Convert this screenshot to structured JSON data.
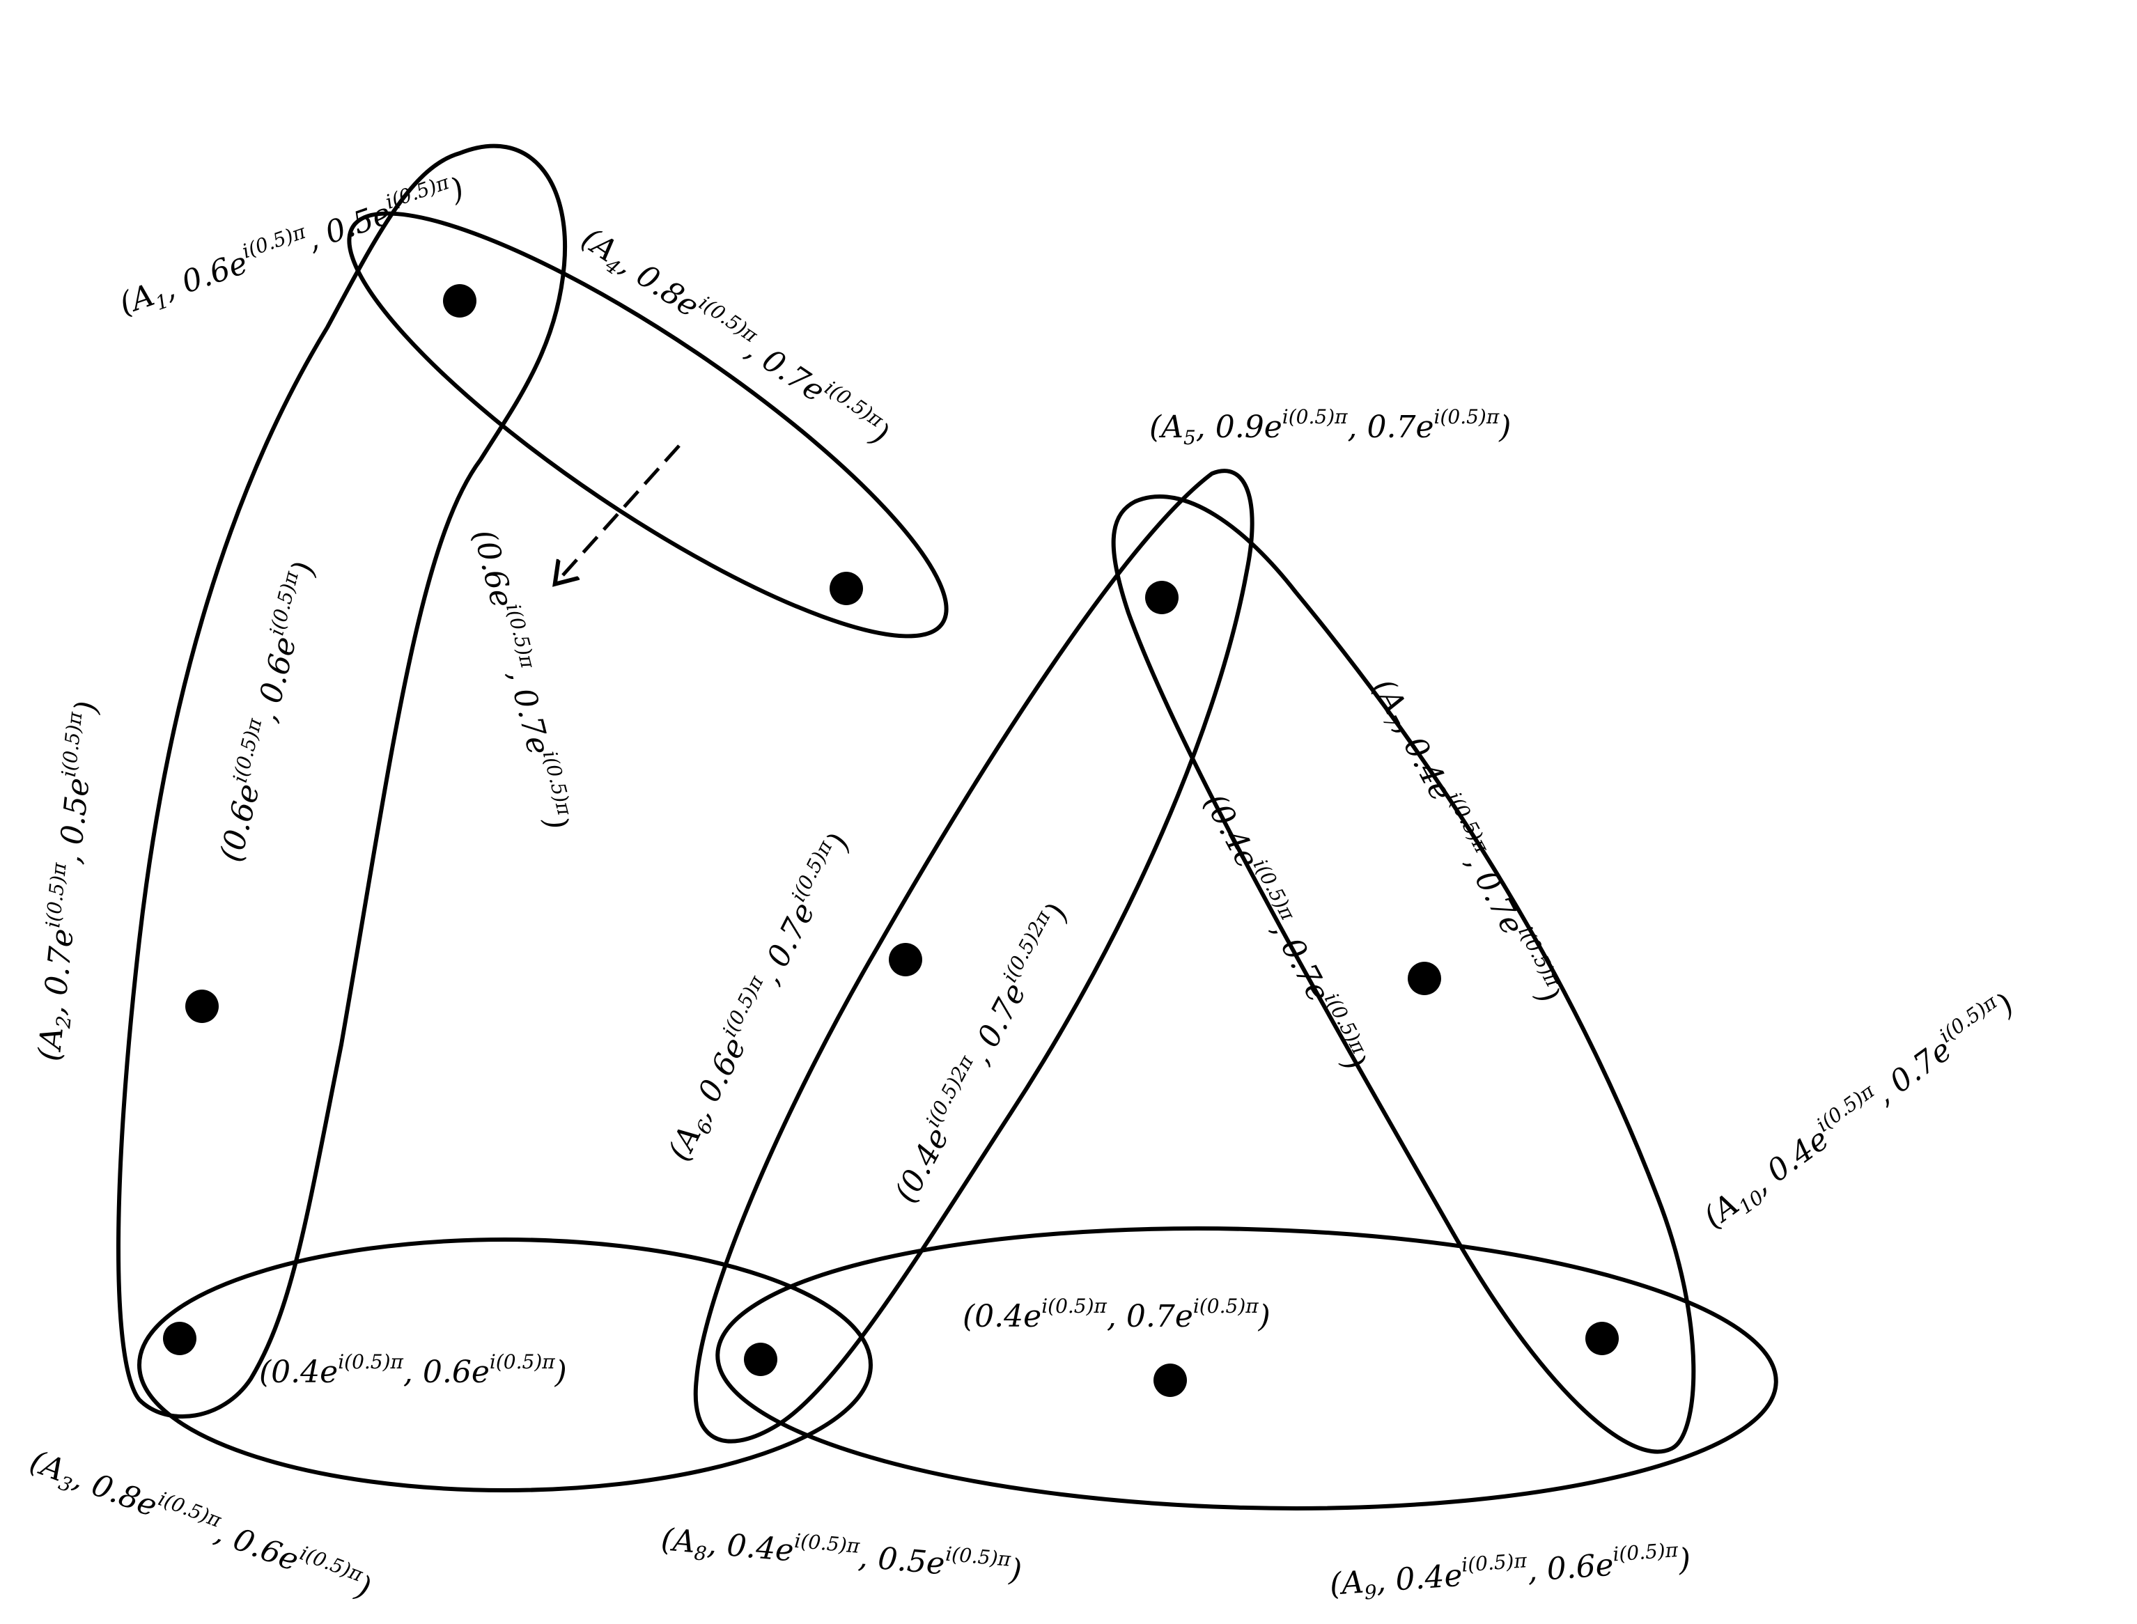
{
  "vertices": [
    {
      "id": "v1",
      "label": "(A",
      "sub": "1",
      "m": ", 0.6e",
      "msup": "i(0.5)π",
      "n": ", 0.5e",
      "nsup": "i(0.5)π",
      "close": ")"
    },
    {
      "id": "v2",
      "label": "(A",
      "sub": "2",
      "m": ", 0.7e",
      "msup": "i(0.5)π",
      "n": ", 0.5e",
      "nsup": "i(0.5)π",
      "close": ")"
    },
    {
      "id": "v3",
      "label": "(A",
      "sub": "3",
      "m": ", 0.8e",
      "msup": "i(0.5)π",
      "n": ", 0.6e",
      "nsup": "i(0.5)π",
      "close": ")"
    },
    {
      "id": "v4",
      "label": "(A",
      "sub": "4",
      "m": ", 0.8e",
      "msup": "i(0.5)π",
      "n": ", 0.7e",
      "nsup": "i(0.5)π",
      "close": ")"
    },
    {
      "id": "v5",
      "label": "(A",
      "sub": "5",
      "m": ", 0.9e",
      "msup": "i(0.5)π",
      "n": ", 0.7e",
      "nsup": "i(0.5)π",
      "close": ")"
    },
    {
      "id": "v6",
      "label": "(A",
      "sub": "6",
      "m": ", 0.6e",
      "msup": "i(0.5)π",
      "n": ", 0.7e",
      "nsup": "i(0.5)π",
      "close": ")"
    },
    {
      "id": "v7",
      "label": "(A",
      "sub": "7",
      "m": ", 0.4e",
      "msup": "i(0.5)π",
      "n": ", 0.7e",
      "nsup": "i(0.5)π",
      "close": ")"
    },
    {
      "id": "v8",
      "label": "(A",
      "sub": "8",
      "m": ", 0.4e",
      "msup": "i(0.5)π",
      "n": ", 0.5e",
      "nsup": "i(0.5)π",
      "close": ")"
    },
    {
      "id": "v9",
      "label": "(A",
      "sub": "9",
      "m": ", 0.4e",
      "msup": "i(0.5)π",
      "n": ", 0.6e",
      "nsup": "i(0.5)π",
      "close": ")"
    },
    {
      "id": "v10",
      "label": "(A",
      "sub": "10",
      "m": ", 0.4e",
      "msup": "i(0.5)π",
      "n": ", 0.7e",
      "nsup": "i(0.5)π",
      "close": ")"
    }
  ],
  "edges": [
    {
      "id": "e14",
      "m": "(0.6e",
      "msup": "i(0.5)π",
      "n": ", 0.7e",
      "nsup": "i(0.5)π",
      "close": ")"
    },
    {
      "id": "e123",
      "m": "(0.6e",
      "msup": "i(0.5)π",
      "n": ", 0.6e",
      "nsup": "i(0.5)π",
      "close": ")"
    },
    {
      "id": "e38",
      "m": "(0.4e",
      "msup": "i(0.5)π",
      "n": ", 0.6e",
      "nsup": "i(0.5)π",
      "close": ")"
    },
    {
      "id": "e568",
      "m": "(0.4e",
      "msup": "i(0.5)2π",
      "n": ", 0.7e",
      "nsup": "i(0.5)2π",
      "close": ")"
    },
    {
      "id": "e5710",
      "m": "(0.4e",
      "msup": "i(0.5)π",
      "n": ", 0.7e",
      "nsup": "i(0.5)π",
      "close": ")"
    },
    {
      "id": "e8910",
      "m": "(0.4e",
      "msup": "i(0.5)π",
      "n": ", 0.7e",
      "nsup": "i(0.5)π",
      "close": ")"
    }
  ]
}
